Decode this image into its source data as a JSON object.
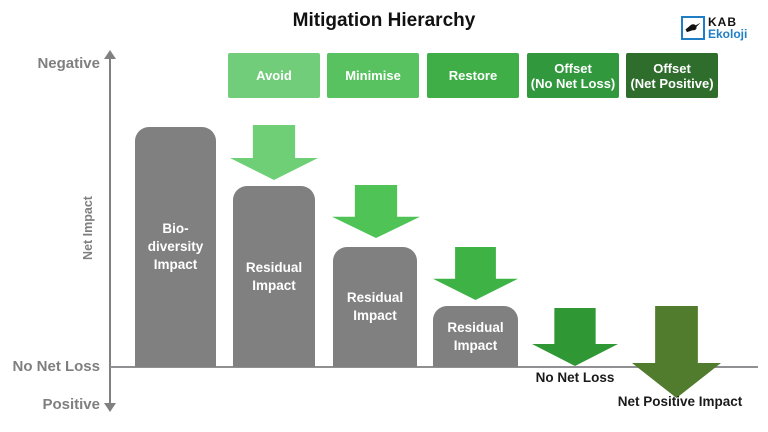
{
  "title": "Mitigation Hierarchy",
  "logo": {
    "name": "KAB",
    "sub": "Ekoloji",
    "accent": "#1f7ec6"
  },
  "axis": {
    "negative": "Negative",
    "net_impact": "Net Impact",
    "no_net_loss": "No Net Loss",
    "positive": "Positive"
  },
  "stages": [
    {
      "line1": "Avoid",
      "line2": "",
      "color": "#71cd7a"
    },
    {
      "line1": "Minimise",
      "line2": "",
      "color": "#57c25f"
    },
    {
      "line1": "Restore",
      "line2": "",
      "color": "#3fae46"
    },
    {
      "line1": "Offset",
      "line2": "(No Net Loss)",
      "color": "#31983e"
    },
    {
      "line1": "Offset",
      "line2": "(Net Positive)",
      "color": "#2e6d2b"
    }
  ],
  "bars": [
    {
      "lines": [
        "Bio-",
        "diversity",
        "Impact"
      ],
      "color": "#808080"
    },
    {
      "lines": [
        "Residual",
        "Impact"
      ],
      "color": "#808080"
    },
    {
      "lines": [
        "Residual",
        "Impact"
      ],
      "color": "#808080"
    },
    {
      "lines": [
        "Residual",
        "Impact"
      ],
      "color": "#808080"
    }
  ],
  "arrows": [
    {
      "step": "avoid",
      "color": "#6ecf77"
    },
    {
      "step": "minimise",
      "color": "#4fc355"
    },
    {
      "step": "restore",
      "color": "#3eb244"
    },
    {
      "step": "offset-no-net-loss",
      "color": "#2f9734"
    },
    {
      "step": "offset-net-positive",
      "color": "#517c2e"
    }
  ],
  "annotations": {
    "no_net_loss": "No Net Loss",
    "net_positive_impact": "Net Positive Impact"
  }
}
